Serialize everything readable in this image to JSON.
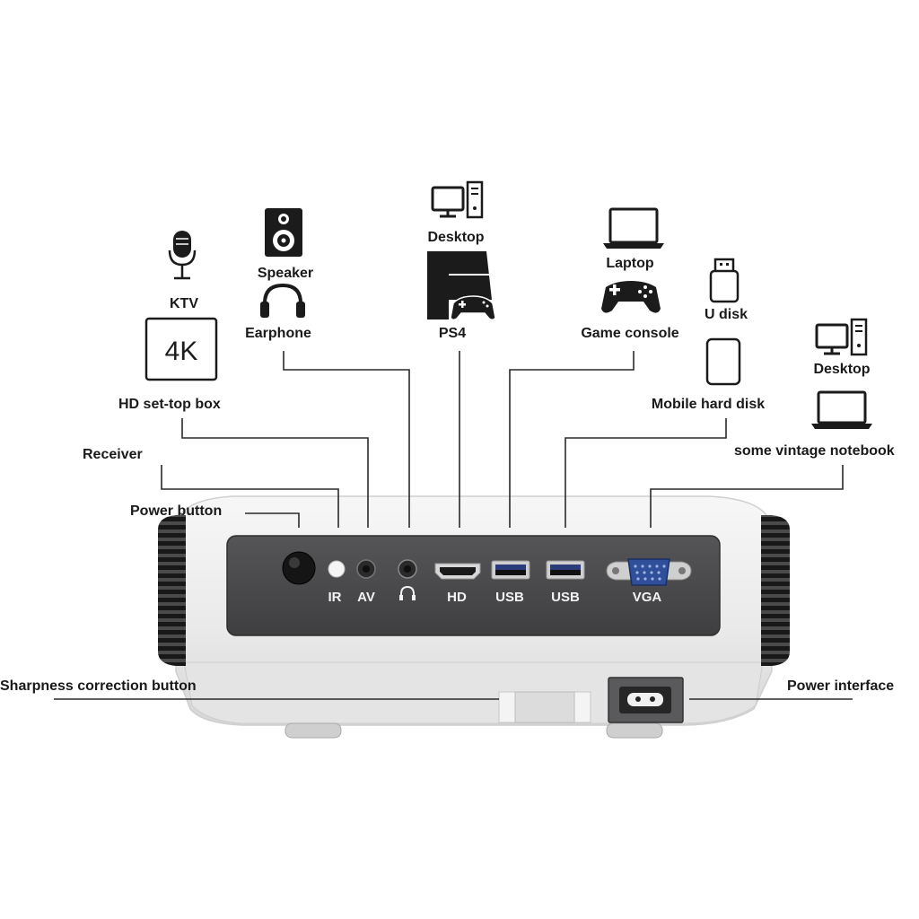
{
  "callouts": {
    "power_button": "Power button",
    "receiver": "Receiver",
    "hd_set_top_box": "HD set-top box",
    "ktv": "KTV",
    "badge_4k": "4K",
    "speaker": "Speaker",
    "earphone": "Earphone",
    "desktop_top": "Desktop",
    "ps4": "PS4",
    "laptop": "Laptop",
    "game_console": "Game console",
    "u_disk": "U disk",
    "mobile_hard_disk": "Mobile hard disk",
    "desktop_right": "Desktop",
    "vintage_notebook": "some vintage notebook",
    "sharpness_button": "Sharpness correction button",
    "power_interface": "Power interface"
  },
  "ports": {
    "ir": "IR",
    "av": "AV",
    "hd": "HD",
    "usb1": "USB",
    "usb2": "USB",
    "vga": "VGA"
  },
  "icons": [
    "microphone-icon",
    "speaker-icon",
    "headphones-icon",
    "desktop-icon",
    "ps4-console-icon",
    "gamepad-icon",
    "laptop-icon",
    "usb-drive-icon",
    "hard-disk-icon",
    "headphone-jack-icon"
  ],
  "colors": {
    "panel": "#4a4a4c",
    "body": "#eeeeee",
    "vents": "#1e1e1e",
    "vga_port": "#2f4f9a"
  }
}
